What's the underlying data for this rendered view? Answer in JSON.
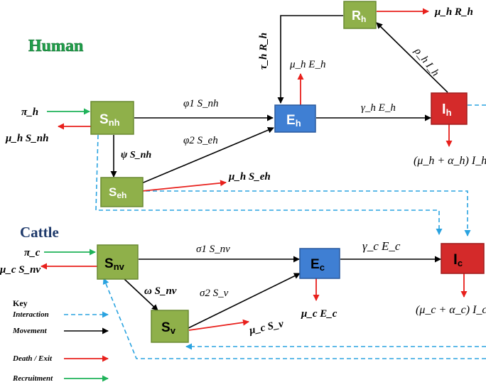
{
  "sections": {
    "human": "Human",
    "cattle": "Cattle"
  },
  "colors": {
    "green_node": "#8fb04a",
    "blue_node": "#3f7fd3",
    "red_node": "#d42a2a",
    "interaction": "#2aa3e0",
    "movement": "#000000",
    "death": "#e8201c",
    "recruitment": "#1fb35a",
    "title_green": "#1fa04a",
    "title_navy": "#1f3a6b"
  },
  "nodes": {
    "Snh": {
      "main": "S",
      "sub": "nh"
    },
    "Seh": {
      "main": "S",
      "sub": "eh"
    },
    "Eh": {
      "main": "E",
      "sub": "h"
    },
    "Rh": {
      "main": "R",
      "sub": "h"
    },
    "Ih": {
      "main": "I",
      "sub": "h"
    },
    "Snv": {
      "main": "S",
      "sub": "nv"
    },
    "Sv": {
      "main": "S",
      "sub": "v"
    },
    "Ec": {
      "main": "E",
      "sub": "c"
    },
    "Ic": {
      "main": "I",
      "sub": "c"
    }
  },
  "labels": {
    "pi_h": "π_h",
    "mu_h_Snh": "μ_h S_nh",
    "psi_Snh": "ψ S_nh",
    "phi1_Snh": "φ1 S_nh",
    "phi2_Seh": "φ2 S_eh",
    "mu_h_Seh": "μ_h S_eh",
    "tau_h_Rh": "τ_h R_h",
    "mu_h_Eh": "μ_h E_h",
    "mu_h_Rh": "μ_h R_h",
    "rho_h_Ih": "ρ_h I_h",
    "gamma_h_Eh": "γ_h E_h",
    "mu_alpha_h_Ih": "(μ_h + α_h) I_h",
    "pi_c": "π_c",
    "mu_c_Snv": "μ_c S_nv",
    "sigma1_Snv": "σ1 S_nv",
    "omega_Snv": "ω S_nv",
    "sigma2_Sv": "σ2 S_v",
    "mu_c_Sv": "μ_c S_v",
    "mu_c_Ec": "μ_c E_c",
    "gamma_c_Ec": "γ_c E_c",
    "mu_alpha_c_Ic": "(μ_c + α_c) I_c"
  },
  "key": {
    "title": "Key",
    "items": [
      "Interaction",
      "Movement",
      "Death / Exit",
      "Recruitment"
    ]
  }
}
